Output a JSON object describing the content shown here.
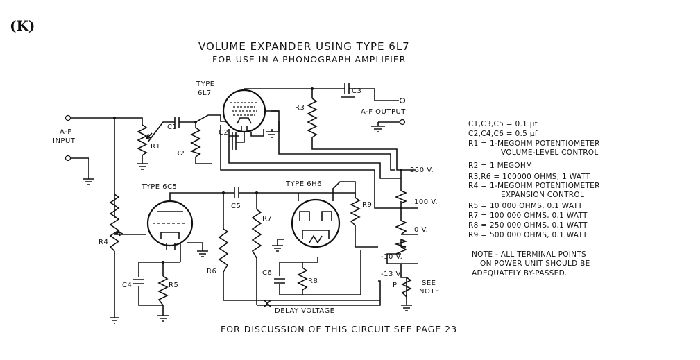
{
  "figure_label": "(K)",
  "title": "VOLUME EXPANDER USING TYPE 6L7",
  "subtitle": "FOR USE IN A PHONOGRAPH AMPLIFIER",
  "footer": "FOR DISCUSSION OF THIS CIRCUIT SEE PAGE 23",
  "labels": {
    "type_6l7_a": "TYPE",
    "type_6l7_b": "6L7",
    "type_6c5": "TYPE 6C5",
    "type_6h6": "TYPE 6H6",
    "af_input_a": "A-F",
    "af_input_b": "INPUT",
    "af_output": "A-F OUTPUT",
    "r1": "R1",
    "r2": "R2",
    "r3": "R3",
    "r4": "R4",
    "r5": "R5",
    "r6": "R6",
    "r7": "R7",
    "r8": "R8",
    "r9": "R9",
    "c1": "C1",
    "c2": "C2",
    "c3": "C3",
    "c4": "C4",
    "c5": "C5",
    "c6": "C6",
    "v250": "250 V.",
    "v100": "100 V.",
    "v0": "0 V.",
    "vm10": "-10 V.",
    "vm13": "-13 V.",
    "p": "P",
    "see_note_a": "SEE",
    "see_note_b": "NOTE",
    "delay_voltage": "DELAY VOLTAGE"
  },
  "legend": [
    "C1,C3,C5 = 0.1 μf",
    "C2,C4,C6 = 0.5 μf",
    "R1 = 1-MEGOHM POTENTIOMETER",
    "VOLUME-LEVEL CONTROL",
    "R2 = 1 MEGOHM",
    "R3,R6 = 100000 OHMS, 1 WATT",
    "R4 = 1-MEGOHM POTENTIOMETER",
    "EXPANSION CONTROL",
    "R5 = 10 000 OHMS, 0.1 WATT",
    "R7 = 100 000 OHMS, 0.1 WATT",
    "R8 = 250 000 OHMS, 0.1 WATT",
    "R9 = 500 000 OHMS, 0.1 WATT",
    "NOTE - ALL TERMINAL POINTS",
    "ON POWER UNIT SHOULD BE",
    "ADEQUATELY BY-PASSED."
  ]
}
